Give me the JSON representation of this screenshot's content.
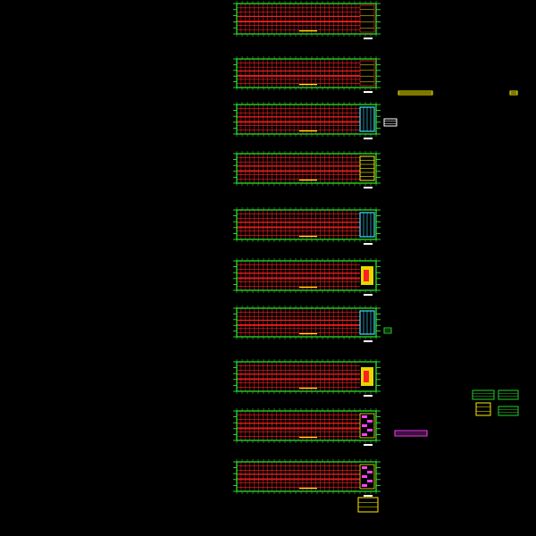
{
  "drawing": {
    "background": "#000000",
    "colors": {
      "grid": "#ff2020",
      "outline": "#25d025",
      "axis_dot": "#35ff35",
      "stair_cyan": "#40e0ff",
      "stair_yellow": "#ffee00",
      "detail_magenta": "#ff40ff",
      "title_white": "#ffffff"
    },
    "sheets": [
      {
        "variant": "plain"
      },
      {
        "variant": "plain"
      },
      {
        "variant": "cyan"
      },
      {
        "variant": "yellow-grid"
      },
      {
        "variant": "cyan"
      },
      {
        "variant": "yellow-heavy"
      },
      {
        "variant": "cyan"
      },
      {
        "variant": "yellow-heavy"
      },
      {
        "variant": "yellow-mixed"
      },
      {
        "variant": "yellow-mixed"
      }
    ]
  }
}
